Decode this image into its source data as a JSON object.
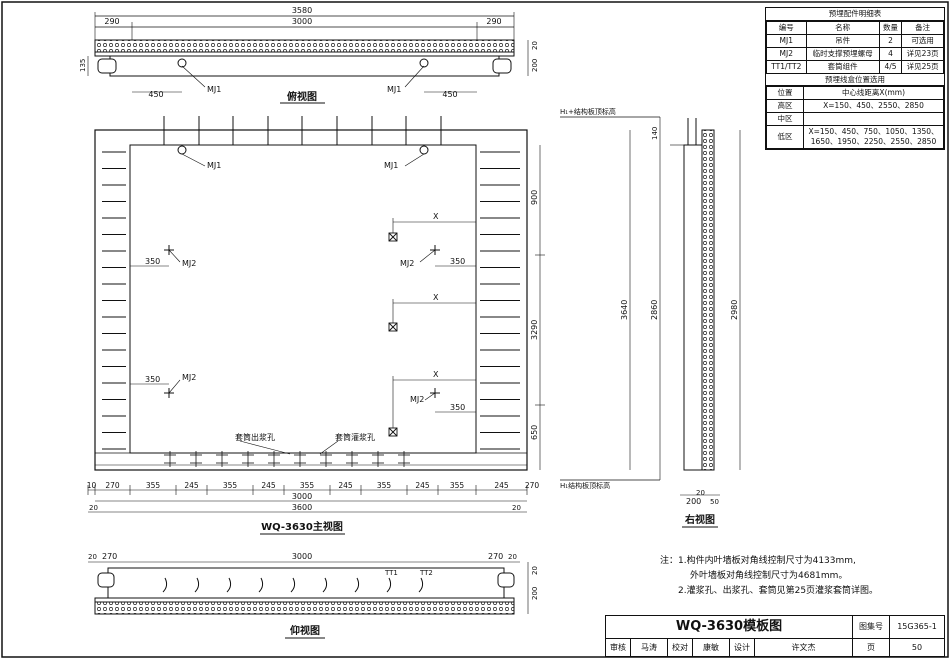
{
  "drawing": {
    "title": "WQ-3630模板图",
    "atlas_label": "图集号",
    "atlas_no": "15G365-1",
    "page_label": "页",
    "page_no": "50",
    "signoff": [
      "审核",
      "马涛",
      "校对",
      "康敏",
      "设计",
      "许文杰"
    ]
  },
  "views": {
    "top_view": "俯视图",
    "main_view": "WQ-3630主视图",
    "right_view": "右视图",
    "bottom_view": "仰视图"
  },
  "dims": {
    "top": {
      "total": "3580",
      "left": "290",
      "mid": "3000",
      "right": "290",
      "h1": "135",
      "h2": "200",
      "h3": "20",
      "mj_l": "450",
      "mj_r": "450"
    },
    "main": {
      "h_top": "900",
      "h_mid": "3290",
      "h_bot": "650",
      "seg": [
        "10",
        "270",
        "355",
        "245",
        "355",
        "245",
        "355",
        "245",
        "355",
        "245",
        "355",
        "245",
        "270"
      ],
      "mid": "3000",
      "total": "3600",
      "w20": "20",
      "mj2_a": "350",
      "mj2_b": "350",
      "mj2_c": "350",
      "mj2_d": "350"
    },
    "right": {
      "h140": "140",
      "h3640": "3640",
      "h2860": "2860",
      "h2980": "2980",
      "w200": "200",
      "w50": "50",
      "w20": "20"
    },
    "bottom": {
      "l20": "20",
      "l270": "270",
      "mid": "3000",
      "r270": "270",
      "r20": "20",
      "h20": "20",
      "h200": "200"
    }
  },
  "labels": {
    "mj1": "MJ1",
    "mj2": "MJ2",
    "tt1": "TT1",
    "tt2": "TT2",
    "x": "X",
    "grout_out": "套筒出浆孔",
    "grout_in": "套筒灌浆孔",
    "floor_top": "H₁+结构板顶标高",
    "floor_bot": "H₁结构板顶标高"
  },
  "table": {
    "caption1": "预埋配件明细表",
    "head": [
      "编号",
      "名称",
      "数量",
      "备注"
    ],
    "rows": [
      [
        "MJ1",
        "吊件",
        "2",
        "可选用"
      ],
      [
        "MJ2",
        "临时支撑预埋螺母",
        "4",
        "详见23页"
      ],
      [
        "TT1/TT2",
        "套筒组件",
        "4/5",
        "详见25页"
      ]
    ],
    "caption2": "预埋线盒位置选用",
    "head2": [
      "位置",
      "中心线距离X(mm)"
    ],
    "rows2": [
      [
        "高区",
        "X=150、450、2550、2850"
      ],
      [
        "中区",
        ""
      ],
      [
        "低区",
        "X=150、450、750、1050、1350、1650、1950、2250、2550、2850"
      ]
    ]
  },
  "notes": {
    "n1": "注：1.构件内叶墙板对角线控制尺寸为4133mm,",
    "n1b": "外叶墙板对角线控制尺寸为4681mm。",
    "n2": "2.灌浆孔、出浆孔、套筒见第25页灌浆套筒详图。"
  }
}
